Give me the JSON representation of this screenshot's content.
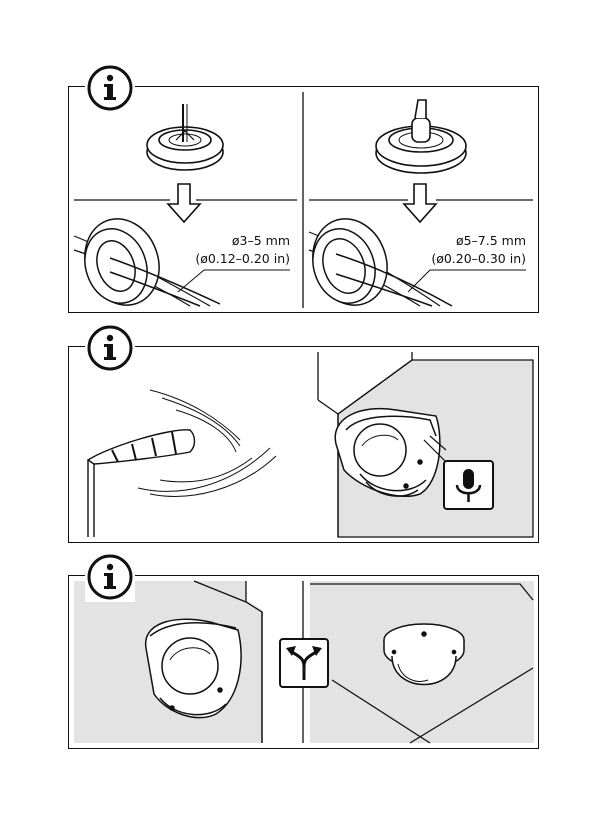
{
  "colors": {
    "line": "#111111",
    "shade": "#e3e3e3",
    "background": "#ffffff"
  },
  "icons": [
    "info-icon",
    "microphone-icon",
    "alternative-route-icon"
  ],
  "panel1": {
    "left": {
      "diameter_mm": "ø3–5 mm",
      "diameter_in": "(ø0.12–0.20 in)"
    },
    "right": {
      "diameter_mm": "ø5–7.5 mm",
      "diameter_in": "(ø0.20–0.30 in)"
    }
  }
}
